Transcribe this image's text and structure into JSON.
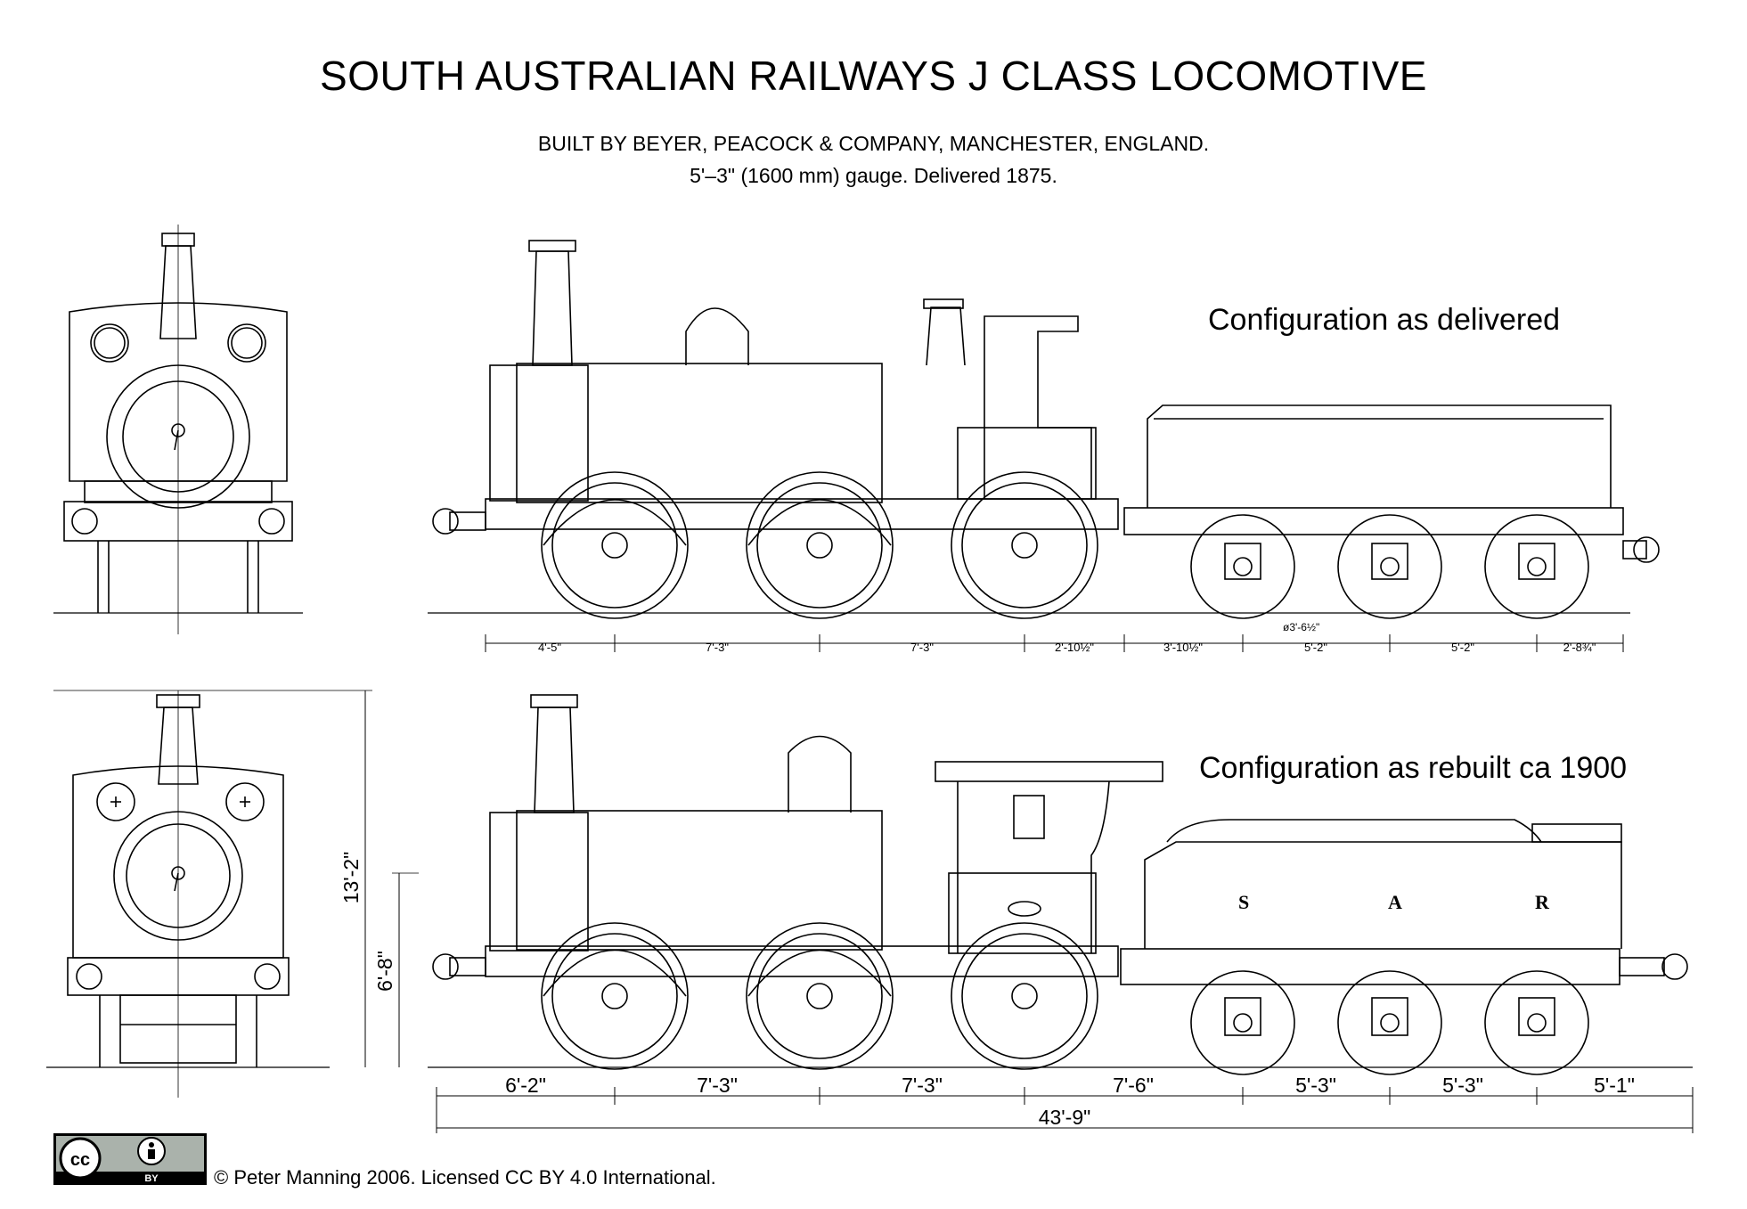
{
  "header": {
    "title": "SOUTH AUSTRALIAN RAILWAYS  J  CLASS LOCOMOTIVE",
    "subtitle_line1": "BUILT BY BEYER, PEACOCK & COMPANY, MANCHESTER, ENGLAND.",
    "subtitle_line2": "5'–3\" (1600 mm) gauge. Delivered 1875."
  },
  "views": {
    "delivered_label": "Configuration as delivered",
    "rebuilt_label": "Configuration as rebuilt ca 1900"
  },
  "dimensions_delivered": {
    "spans": [
      "4'-5\"",
      "7'-3\"",
      "7'-3\"",
      "2'-10½\"",
      "3'-10½\"",
      "5'-2\"",
      "5'-2\"",
      "2'-8¾\""
    ],
    "wheel_diameter": "ø3'-6½\""
  },
  "dimensions_rebuilt": {
    "spans": [
      "6'-2\"",
      "7'-3\"",
      "7'-3\"",
      "7'-6\"",
      "5'-3\"",
      "5'-3\"",
      "5'-1\""
    ],
    "overall": "43'-9\"",
    "height_total": "13'-2\"",
    "height_boiler": "6'-8\""
  },
  "tender_lettering": [
    "S",
    "A",
    "R"
  ],
  "license": {
    "cc_label": "cc",
    "by_label": "BY",
    "credit": "© Peter Manning 2006. Licensed CC BY 4.0 International."
  },
  "icons": [
    "cc-logo-icon",
    "by-person-icon"
  ]
}
